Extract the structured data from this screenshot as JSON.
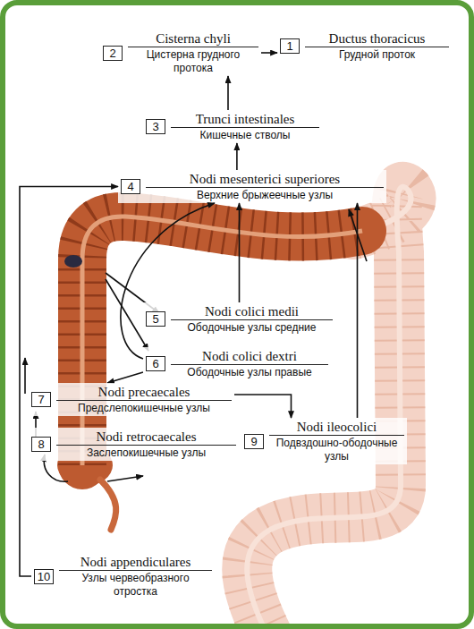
{
  "diagram": {
    "nodes": [
      {
        "text": [
          "2",
          "Cisterna chyli",
          "Цистерна грудного протока"
        ]
      },
      {
        "text": [
          "1",
          "Ductus thoracicus",
          "Грудной проток"
        ]
      },
      {
        "text": [
          "3",
          "Trunci intestinales",
          "Кишечные стволы"
        ]
      },
      {
        "text": [
          "4",
          "Nodi mesenterici superiores",
          "Верхние брыжеечные узлы"
        ]
      },
      {
        "text": [
          "5",
          "Nodi colici medii",
          "Ободочные узлы средние"
        ]
      },
      {
        "text": [
          "6",
          "Nodi colici dextri",
          "Ободочные узлы правые"
        ]
      },
      {
        "text": [
          "7",
          "Nodi precaecales",
          "Предслепокишечные узлы"
        ]
      },
      {
        "text": [
          "8",
          "Nodi retrocaecales",
          "Заслепокишечные узлы"
        ]
      },
      {
        "text": [
          "9",
          "Nodi ileocolici",
          "Подвздошно-ободочные узлы"
        ]
      },
      {
        "text": [
          "10",
          "Nodi appendiculares",
          "Узлы червеобразного отростка"
        ]
      }
    ],
    "edges": [
      {
        "from": 0,
        "to": 1,
        "arrow": "to"
      },
      {
        "from": 2,
        "to": 0,
        "arrow": "to"
      },
      {
        "from": 3,
        "to": 2,
        "arrow": "to"
      },
      {
        "from": 4,
        "to": 3,
        "arrow": "to"
      },
      {
        "from": 5,
        "to": 3,
        "arrow": "to"
      },
      {
        "from": 8,
        "to": 3,
        "arrow": "to"
      },
      {
        "from": 9,
        "to": 3,
        "arrow": "to"
      },
      {
        "from": 6,
        "to": 8,
        "arrow": "to"
      }
    ]
  }
}
